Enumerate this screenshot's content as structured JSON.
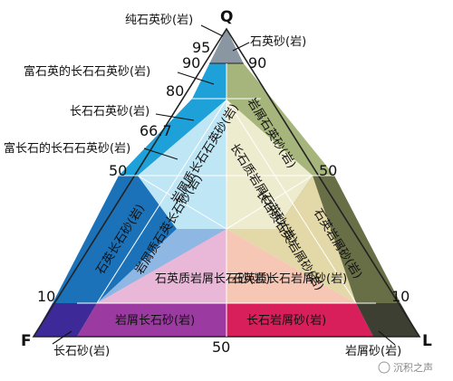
{
  "vertices": {
    "top": "Q",
    "left": "F",
    "right": "L"
  },
  "left_side_labels": {
    "pure_quartz": "纯石英砂(岩)",
    "subarkose_rich_quartz": "富石英的长石石英砂(岩)",
    "feldspathic_quartz": "长石石英砂(岩)",
    "rich_feldspar_quartz": "富长石的长石石英砂(岩)"
  },
  "right_side_labels": {
    "quartz_sandstone": "石英砂(岩)"
  },
  "corner_labels": {
    "arkose": "长石砂(岩)",
    "litharenite": "岩屑砂(岩)"
  },
  "scale": {
    "left": [
      "95",
      "90",
      "80",
      "66.7",
      "50",
      "10"
    ],
    "right": [
      "90",
      "50",
      "10"
    ],
    "bottom": "50"
  },
  "fields": {
    "quartz_lithic_right": "岩屑石英砂(岩)",
    "feldspar_lithic_quartz": "长石质岩屑石英砂(岩)",
    "lithic_feldspar_quartz": "岩屑质长石石英砂(岩)",
    "feldspathic_left": "石英长石砂(岩)",
    "lithic_feldspar_lithic": "岩屑质石英长石砂(岩)",
    "feldspar_quartz_lithic": "长石质石英岩屑砂(岩)",
    "quartz_lithic_side": "石英岩屑砂(岩)",
    "quartz_lithic_feldspar": "石英质岩屑长石砂(岩)",
    "quartz_feldspar_lithic": "石英质长石岩屑砂(岩)",
    "lithic_feldspar_band": "岩屑长石砂(岩)",
    "feldspar_lithic_band": "长石岩屑砂(岩)"
  },
  "watermark": "沉积之声",
  "colors": {
    "top_tip": "#8a97a3",
    "blue_band": "#1ea0d8",
    "light_blue": "#bfe6f4",
    "mid_blue": "#8eb7e4",
    "dark_blue": "#1c72b8",
    "pink": "#e9b8d8",
    "peach": "#f7c7b6",
    "magenta": "#d81f5c",
    "purple": "#3d2a98",
    "olive_light": "#a6b57c",
    "olive_dark": "#686e46",
    "cream": "#eeeccf",
    "beige": "#e3d8a8",
    "dark_gray": "#3d3f33"
  }
}
